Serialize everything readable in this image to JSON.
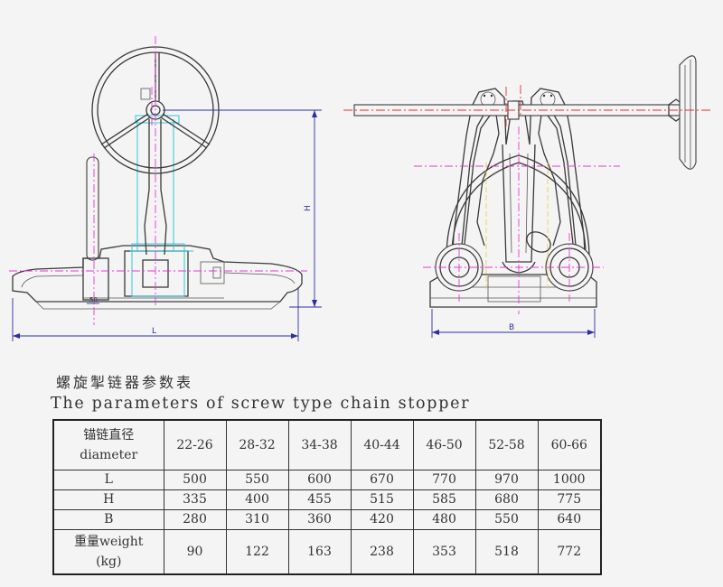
{
  "drawing": {
    "side_view": {
      "dim_L": "L",
      "dim_H": "H",
      "dim_50": "50"
    },
    "front_view": {
      "dim_B": "B"
    }
  },
  "caption": {
    "cn": "螺旋掣链器参数表",
    "en": "The parameters of screw type chain stopper"
  },
  "table": {
    "header_label_cn": "锚链直径",
    "header_label_en": "diameter",
    "columns": [
      "22-26",
      "28-32",
      "34-38",
      "40-44",
      "46-50",
      "52-58",
      "60-66"
    ],
    "rows": [
      {
        "label": "L",
        "values": [
          "500",
          "550",
          "600",
          "670",
          "770",
          "970",
          "1000"
        ]
      },
      {
        "label": "H",
        "values": [
          "335",
          "400",
          "455",
          "515",
          "585",
          "680",
          "775"
        ]
      },
      {
        "label": "B",
        "values": [
          "280",
          "310",
          "360",
          "420",
          "480",
          "550",
          "640"
        ]
      }
    ],
    "weight_label_1": "重量weight",
    "weight_label_2": "(kg)",
    "weight_values": [
      "90",
      "122",
      "163",
      "238",
      "353",
      "518",
      "772"
    ]
  },
  "colors": {
    "line": "#3a3a3a",
    "center_line": "#e53ad6",
    "axis_red": "#e03030",
    "cyan": "#30c8d8",
    "dimension": "#2b2fa0",
    "yellow": "#e8d44a"
  }
}
